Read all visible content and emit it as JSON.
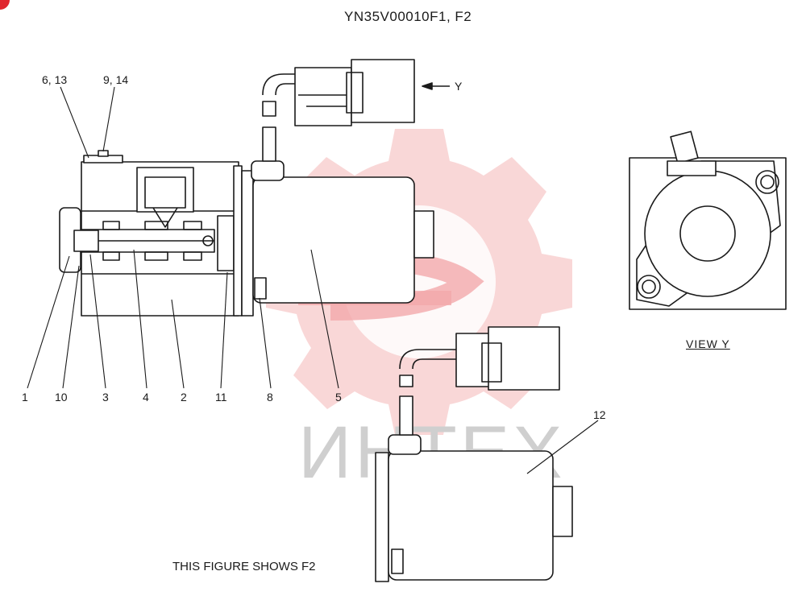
{
  "title": "YN35V00010F1, F2",
  "footer_note": "THIS FIGURE SHOWS  F2",
  "view_label": "VIEW  Y",
  "view_arrow_label": "Y",
  "watermark": {
    "text": "ИНТЕХ",
    "color": "#e8474a"
  },
  "callouts": {
    "c6_13": "6, 13",
    "c9_14": "9, 14",
    "c1": "1",
    "c10": "10",
    "c3": "3",
    "c4": "4",
    "c2": "2",
    "c11": "11",
    "c8": "8",
    "c5": "5",
    "c12": "12"
  },
  "icons": {
    "corner": "red-dot-icon",
    "watermark": "gear-logo-icon"
  }
}
